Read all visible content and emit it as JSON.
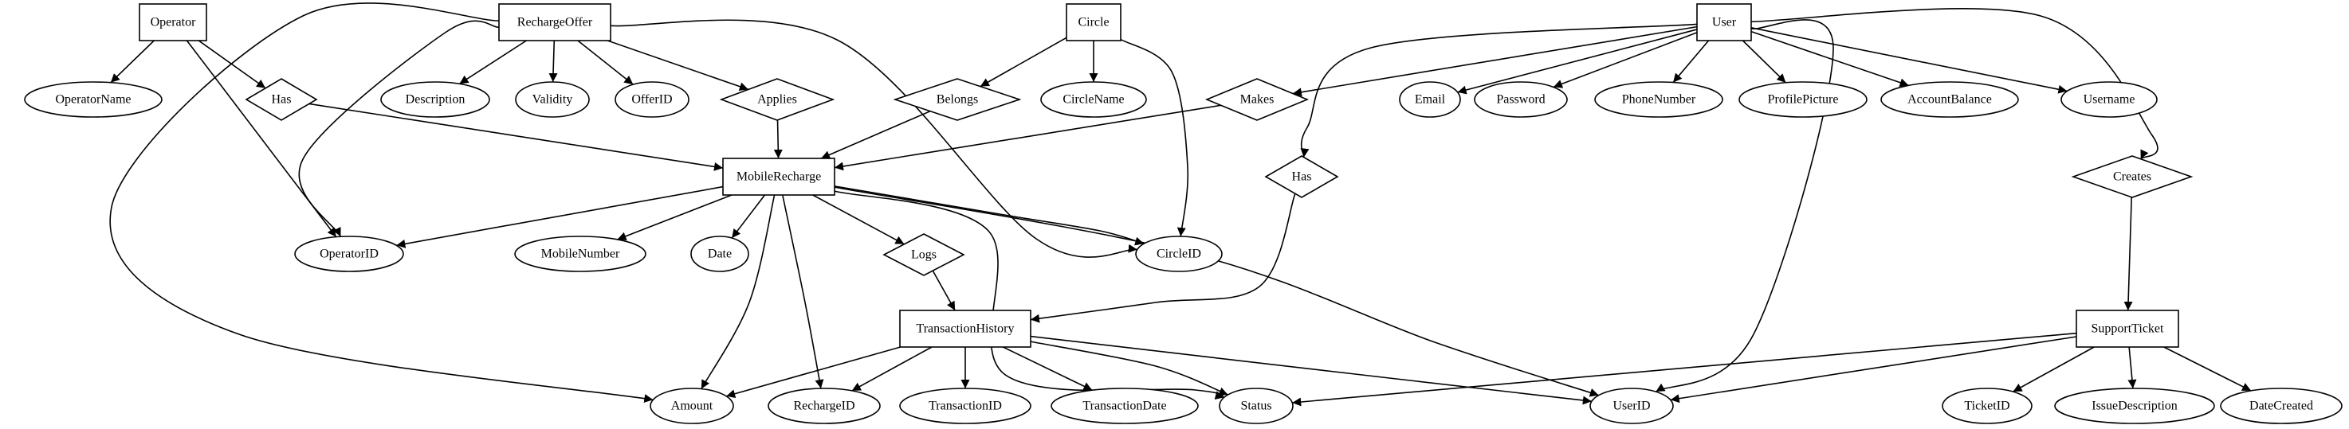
{
  "entities": [
    {
      "id": "operator",
      "label": "Operator"
    },
    {
      "id": "rechargeoffer",
      "label": "RechargeOffer"
    },
    {
      "id": "circle",
      "label": "Circle"
    },
    {
      "id": "user",
      "label": "User"
    },
    {
      "id": "mobilerecharge",
      "label": "MobileRecharge"
    },
    {
      "id": "transactionhistory",
      "label": "TransactionHistory"
    },
    {
      "id": "supportticket",
      "label": "SupportTicket"
    }
  ],
  "relationships": [
    {
      "id": "has_operator",
      "label": "Has"
    },
    {
      "id": "applies",
      "label": "Applies"
    },
    {
      "id": "belongs",
      "label": "Belongs"
    },
    {
      "id": "makes",
      "label": "Makes"
    },
    {
      "id": "has_user",
      "label": "Has"
    },
    {
      "id": "creates",
      "label": "Creates"
    },
    {
      "id": "logs",
      "label": "Logs"
    }
  ],
  "attributes": [
    {
      "id": "operatorname",
      "label": "OperatorName"
    },
    {
      "id": "description",
      "label": "Description"
    },
    {
      "id": "validity",
      "label": "Validity"
    },
    {
      "id": "offerid",
      "label": "OfferID"
    },
    {
      "id": "circlename",
      "label": "CircleName"
    },
    {
      "id": "email",
      "label": "Email"
    },
    {
      "id": "password",
      "label": "Password"
    },
    {
      "id": "phonenumber",
      "label": "PhoneNumber"
    },
    {
      "id": "profilepicture",
      "label": "ProfilePicture"
    },
    {
      "id": "accountbalance",
      "label": "AccountBalance"
    },
    {
      "id": "username",
      "label": "Username"
    },
    {
      "id": "operatorid",
      "label": "OperatorID"
    },
    {
      "id": "mobilenumber",
      "label": "MobileNumber"
    },
    {
      "id": "date",
      "label": "Date"
    },
    {
      "id": "circleid",
      "label": "CircleID"
    },
    {
      "id": "amount",
      "label": "Amount"
    },
    {
      "id": "rechargeid",
      "label": "RechargeID"
    },
    {
      "id": "transactionid",
      "label": "TransactionID"
    },
    {
      "id": "transactiondate",
      "label": "TransactionDate"
    },
    {
      "id": "status",
      "label": "Status"
    },
    {
      "id": "userid",
      "label": "UserID"
    },
    {
      "id": "ticketid",
      "label": "TicketID"
    },
    {
      "id": "issuedescription",
      "label": "IssueDescription"
    },
    {
      "id": "datecreated",
      "label": "DateCreated"
    }
  ],
  "edges": [
    [
      "operator",
      "operatorname"
    ],
    [
      "operator",
      "has_operator"
    ],
    [
      "operator",
      "operatorid"
    ],
    [
      "has_operator",
      "mobilerecharge"
    ],
    [
      "rechargeoffer",
      "description"
    ],
    [
      "rechargeoffer",
      "validity"
    ],
    [
      "rechargeoffer",
      "offerid"
    ],
    [
      "rechargeoffer",
      "applies"
    ],
    [
      "rechargeoffer",
      "operatorid"
    ],
    [
      "rechargeoffer",
      "amount"
    ],
    [
      "rechargeoffer",
      "circleid"
    ],
    [
      "applies",
      "mobilerecharge"
    ],
    [
      "circle",
      "belongs"
    ],
    [
      "circle",
      "circlename"
    ],
    [
      "circle",
      "circleid"
    ],
    [
      "belongs",
      "mobilerecharge"
    ],
    [
      "user",
      "makes"
    ],
    [
      "user",
      "email"
    ],
    [
      "user",
      "password"
    ],
    [
      "user",
      "phonenumber"
    ],
    [
      "user",
      "profilepicture"
    ],
    [
      "user",
      "accountbalance"
    ],
    [
      "user",
      "username"
    ],
    [
      "user",
      "has_user"
    ],
    [
      "user",
      "creates"
    ],
    [
      "user",
      "userid"
    ],
    [
      "makes",
      "mobilerecharge"
    ],
    [
      "has_user",
      "transactionhistory"
    ],
    [
      "creates",
      "supportticket"
    ],
    [
      "mobilerecharge",
      "operatorid"
    ],
    [
      "mobilerecharge",
      "mobilenumber"
    ],
    [
      "mobilerecharge",
      "date"
    ],
    [
      "mobilerecharge",
      "logs"
    ],
    [
      "mobilerecharge",
      "circleid"
    ],
    [
      "mobilerecharge",
      "amount"
    ],
    [
      "mobilerecharge",
      "rechargeid"
    ],
    [
      "mobilerecharge",
      "status"
    ],
    [
      "mobilerecharge",
      "userid"
    ],
    [
      "logs",
      "transactionhistory"
    ],
    [
      "transactionhistory",
      "amount"
    ],
    [
      "transactionhistory",
      "rechargeid"
    ],
    [
      "transactionhistory",
      "transactionid"
    ],
    [
      "transactionhistory",
      "transactiondate"
    ],
    [
      "transactionhistory",
      "status"
    ],
    [
      "transactionhistory",
      "userid"
    ],
    [
      "supportticket",
      "status"
    ],
    [
      "supportticket",
      "userid"
    ],
    [
      "supportticket",
      "ticketid"
    ],
    [
      "supportticket",
      "issuedescription"
    ],
    [
      "supportticket",
      "datecreated"
    ]
  ]
}
